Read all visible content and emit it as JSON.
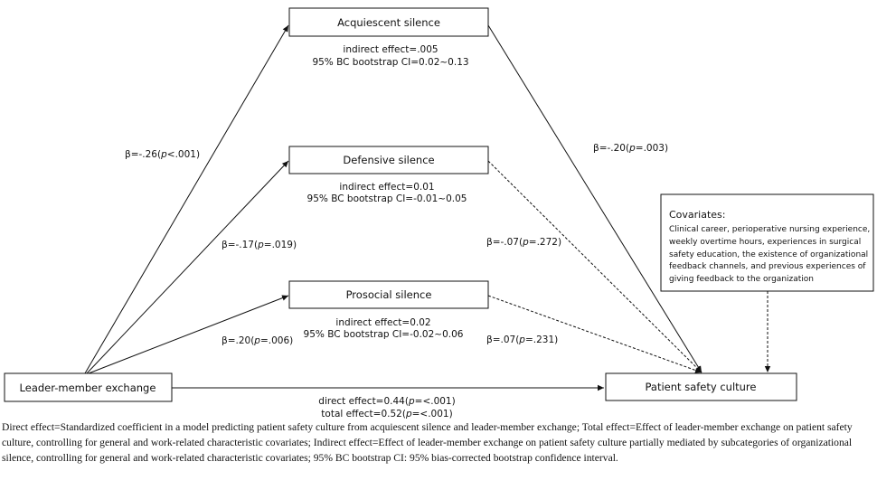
{
  "nodes": {
    "acquiescent": "Acquiescent silence",
    "defensive": "Defensive silence",
    "prosocial": "Prosocial silence",
    "lmx": "Leader-member exchange",
    "psc": "Patient safety culture"
  },
  "indirect": {
    "acquiescent": {
      "effect": "indirect effect=.005",
      "ci": "95% BC bootstrap CI=0.02~0.13"
    },
    "defensive": {
      "effect": "indirect effect=0.01",
      "ci": "95% BC bootstrap CI=-0.01~0.05"
    },
    "prosocial": {
      "effect": "indirect effect=0.02",
      "ci": "95% BC bootstrap CI=-0.02~0.06"
    }
  },
  "paths": {
    "lmx_acq": {
      "pre": "β=-.26(",
      "p": "p",
      "post": "<.001)"
    },
    "lmx_def": {
      "pre": "β=-.17(",
      "p": "p",
      "post": "=.019)"
    },
    "lmx_pro": {
      "pre": "β=.20(",
      "p": "p",
      "post": "=.006)"
    },
    "acq_psc": {
      "pre": "β=-.20(",
      "p": "p",
      "post": "=.003)"
    },
    "def_psc": {
      "pre": "β=-.07(",
      "p": "p",
      "post": "=.272)"
    },
    "pro_psc": {
      "pre": "β=.07(",
      "p": "p",
      "post": "=.231)"
    }
  },
  "direct": {
    "direct_pre": "direct effect=0.44(",
    "direct_p": "p",
    "direct_post": "=<.001)",
    "total_pre": "total effect=0.52(",
    "total_p": "p",
    "total_post": "=<.001)"
  },
  "covariates": {
    "title": "Covariates:",
    "lines": [
      "Clinical career, perioperative nursing experience,",
      "weekly overtime hours, experiences in surgical",
      "safety education, the existence of organizational",
      "feedback channels, and previous experiences of",
      "giving feedback to the organization"
    ]
  },
  "footnote": "Direct effect=Standardized coefficient in a model predicting patient safety culture from acquiescent silence and leader-member exchange; Total effect=Effect of leader-member exchange on patient safety culture, controlling for general and work-related characteristic covariates; Indirect effect=Effect of leader-member exchange on patient safety culture partially mediated by subcategories of organizational silence, controlling for general and work-related characteristic covariates; 95% BC bootstrap CI: 95% bias-corrected bootstrap confidence interval."
}
